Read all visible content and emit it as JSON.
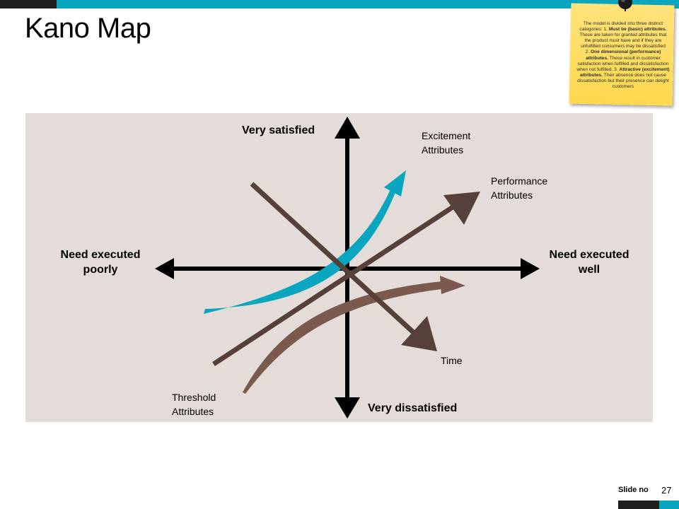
{
  "title": "Kano Map",
  "note": {
    "intro": "The model is divided into three distinct categories: 1.",
    "must_be_title": "Must be (basic) attributes.",
    "must_be_desc": "These are taken for granted attributes that the product must have and if they are unfulfilled consumers may be dissatisfied",
    "one_dim_prefix": "2.",
    "one_dim_title": "One dimensional (performance) attributes.",
    "one_dim_desc": "These result in customer satisfaction when fulfilled and dissatisfaction when not fulfilled. 3.",
    "attractive_title": "Attractive (excitement) attributes.",
    "attractive_desc": "Their absence does not cause dissatisfaction but their presence can delight customers"
  },
  "axes": {
    "top": "Very satisfied",
    "bottom": "Very dissatisfied",
    "left": "Need executed poorly",
    "right": "Need executed well"
  },
  "curves": {
    "excitement": "Excitement Attributes",
    "performance": "Performance Attributes",
    "threshold": "Threshold Attributes",
    "time": "Time"
  },
  "colors": {
    "teal": "#0aa6bf",
    "dark_brown": "#55403a",
    "light_brown": "#7a5a4c",
    "panel": "#e3dcd8",
    "note": "#ffd84f"
  },
  "footer": {
    "slide_label": "Slide no",
    "slide_number": "27"
  }
}
